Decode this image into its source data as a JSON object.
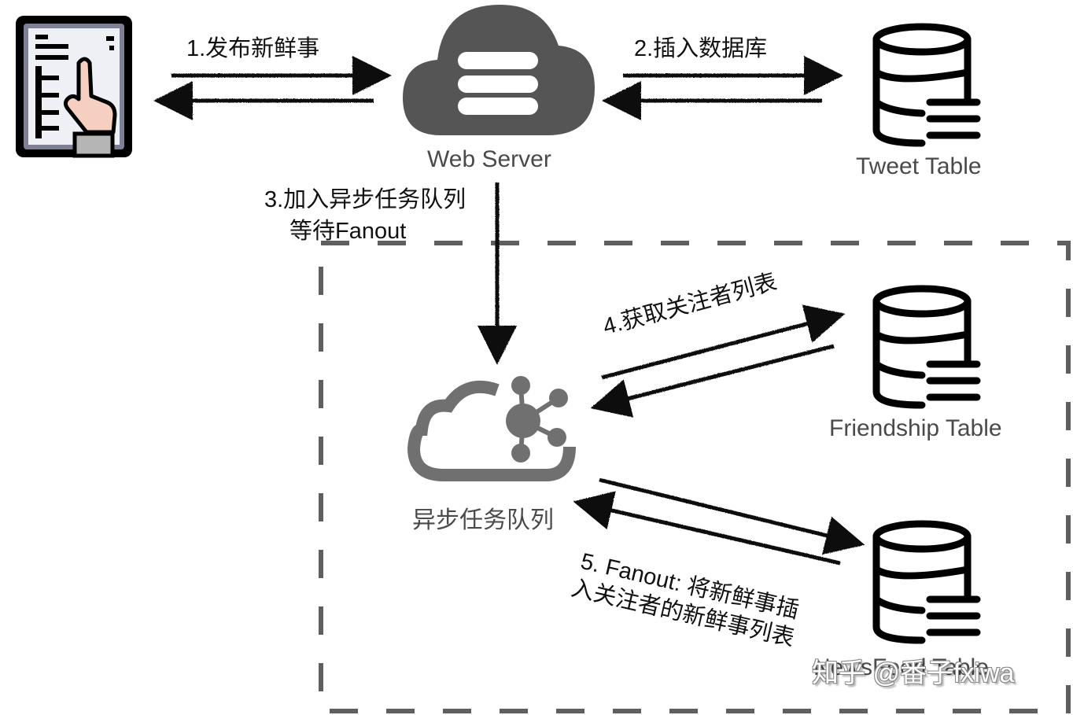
{
  "diagram": {
    "title": "Push model news feed fanout flow",
    "nodes": {
      "client": {
        "label": "",
        "icon": "tablet-touch-icon"
      },
      "web_server": {
        "label": "Web Server",
        "icon": "cloud-server-icon"
      },
      "tweet_table": {
        "label": "Tweet Table",
        "icon": "database-icon"
      },
      "async_queue": {
        "label": "异步任务队列",
        "icon": "cloud-network-icon"
      },
      "friendship_table": {
        "label": "Friendship Table",
        "icon": "database-icon"
      },
      "newsfeed_table": {
        "label": "NewsFeed Table",
        "icon": "database-icon"
      }
    },
    "steps": {
      "step1": "1.发布新鲜事",
      "step2": "2.插入数据库",
      "step3_line1": "3.加入异步任务队列",
      "step3_line2": "等待Fanout",
      "step4": "4.获取关注者列表",
      "step5_line1": "5. Fanout: 将新鲜事插",
      "step5_line2": "入关注者的新鲜事列表"
    },
    "watermark": "知乎 @番子fxiwa",
    "colors": {
      "arrow": "#111111",
      "dashed_border": "#5f5f5f",
      "web_server_cloud": "#555555",
      "queue_cloud": "#707070",
      "database": "#000000",
      "node_label": "#4a4a4a"
    }
  }
}
